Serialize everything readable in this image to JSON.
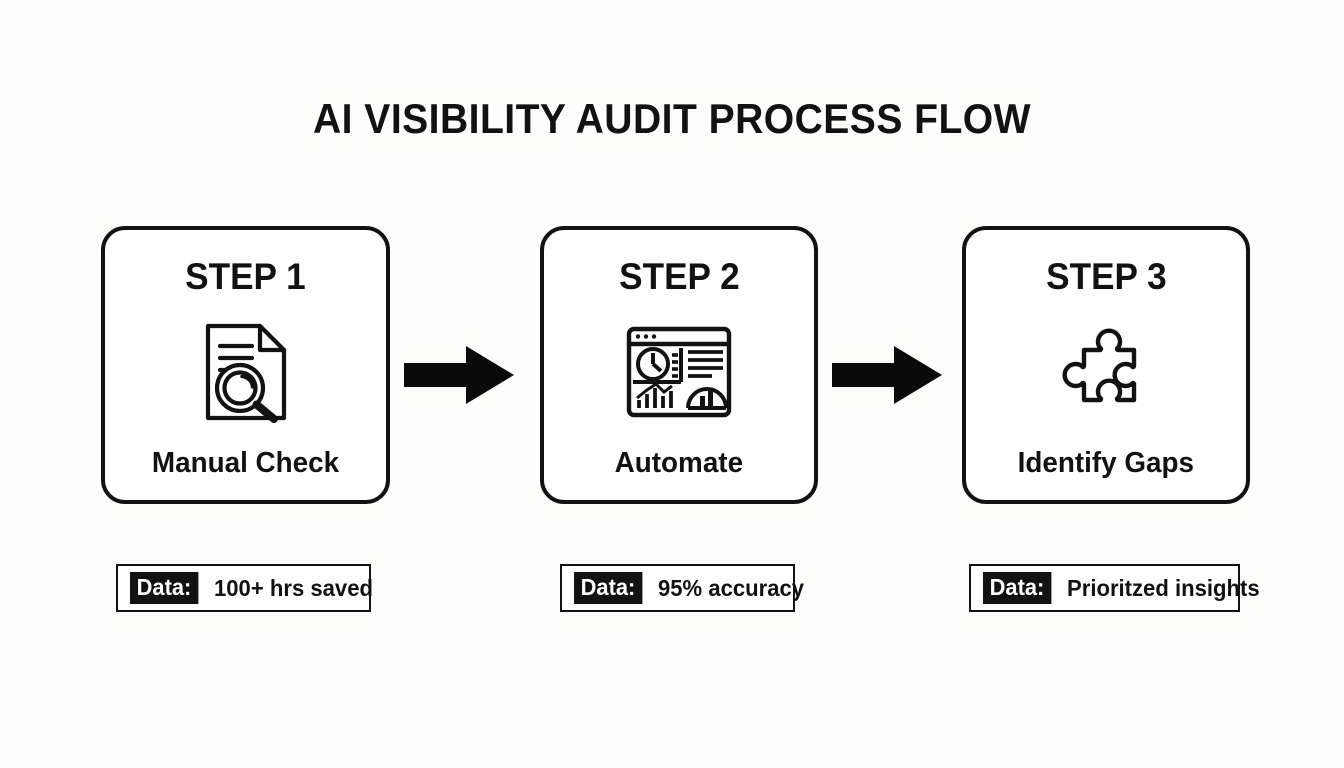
{
  "page": {
    "title": "AI VISIBILITY AUDIT PROCESS FLOW",
    "background_color": "#fdfdfc",
    "ink_color": "#121212"
  },
  "flow": {
    "arrow_1_icon": "right-arrow-icon",
    "arrow_2_icon": "right-arrow-icon",
    "steps": [
      {
        "heading": "STEP 1",
        "label": "Manual Check",
        "icon": "document-magnifier-icon",
        "badge_prefix": "Data:",
        "badge_value": "100+ hrs saved"
      },
      {
        "heading": "STEP 2",
        "label": "Automate",
        "icon": "dashboard-analytics-icon",
        "badge_prefix": "Data:",
        "badge_value": "95% accuracy"
      },
      {
        "heading": "STEP 3",
        "label": "Identify Gaps",
        "icon": "puzzle-piece-icon",
        "badge_prefix": "Data:",
        "badge_value": "Prioritzed insights"
      }
    ]
  }
}
